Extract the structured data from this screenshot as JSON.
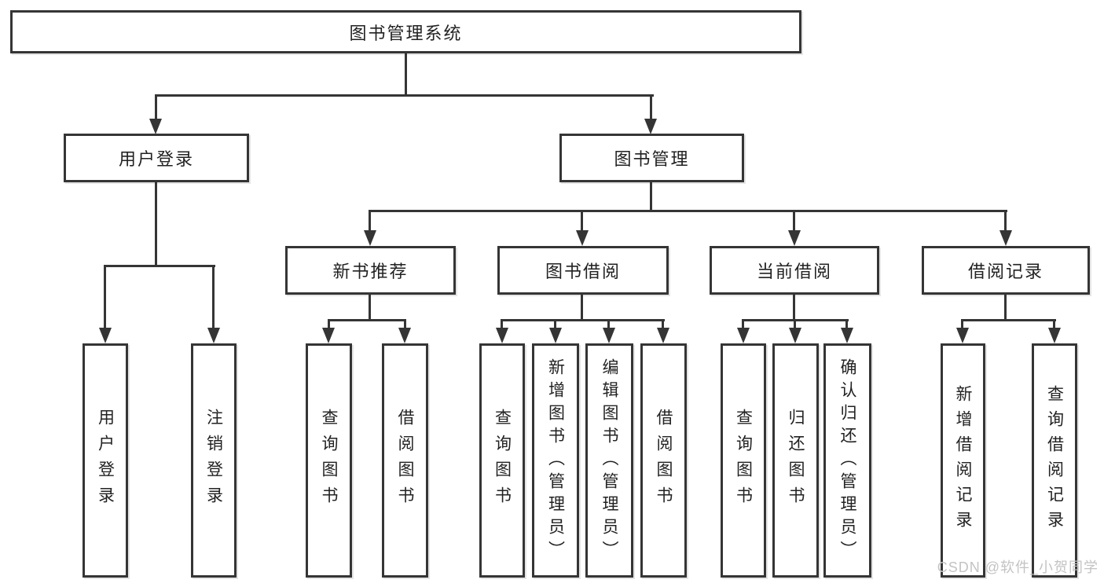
{
  "diagram_title": "图书管理系统",
  "colors": {
    "line": "#353535",
    "text": "#222222",
    "background": "#ffffff",
    "watermark": "#c3c3c3"
  },
  "watermark": {
    "text": "CSDN @软件_小贺同学"
  },
  "tree": {
    "root": {
      "label": "图书管理系统",
      "children": [
        {
          "label": "用户登录",
          "children": [
            {
              "label": "用户登录"
            },
            {
              "label": "注销登录"
            }
          ]
        },
        {
          "label": "图书管理",
          "children": [
            {
              "label": "新书推荐",
              "children": [
                {
                  "label": "查询图书"
                },
                {
                  "label": "借阅图书"
                }
              ]
            },
            {
              "label": "图书借阅",
              "children": [
                {
                  "label": "查询图书"
                },
                {
                  "label": "新增图书（管理员）"
                },
                {
                  "label": "编辑图书（管理员）"
                },
                {
                  "label": "借阅图书"
                }
              ]
            },
            {
              "label": "当前借阅",
              "children": [
                {
                  "label": "查询图书"
                },
                {
                  "label": "归还图书"
                },
                {
                  "label": "确认归还（管理员）"
                }
              ]
            },
            {
              "label": "借阅记录",
              "children": [
                {
                  "label": "新增借阅记录"
                },
                {
                  "label": "查询借阅记录"
                }
              ]
            }
          ]
        }
      ]
    }
  }
}
